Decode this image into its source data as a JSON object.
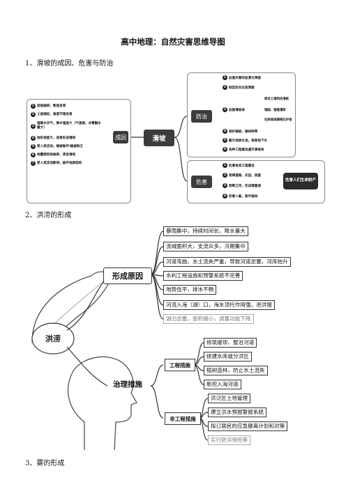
{
  "title": "高中地理：自然灾害思维导图",
  "section1": "1、滑坡的成因、危害与防治",
  "section2": "2、洪涝的形成",
  "section3": "3、雾的形成",
  "map1": {
    "center": "滑坡",
    "causes_label": "成因",
    "causes": [
      {
        "n": "1",
        "text": "岩层破碎，断层发育"
      },
      {
        "n": "2",
        "text": "土层疏松，垂直节理发育"
      },
      {
        "n": "3",
        "text": "强降水天气，降水强度大（气温高，冰雪融水量大）"
      },
      {
        "n": "4",
        "text": "地形坡度大，容易形成滑坡"
      },
      {
        "n": "5",
        "text": "受人类活动，植被破坏/植被缺乏"
      },
      {
        "n": "6",
        "text": "地震使岩体破碎，诱发滑坡"
      },
      {
        "n": "7",
        "text": "受人类活动影响，破坏地表结构"
      }
    ],
    "prevent_label": "防治",
    "prevent": [
      {
        "n": "1",
        "text": "加强灾害的监测与预报"
      },
      {
        "n": "2",
        "text": "制定防灾应急预案"
      },
      {
        "n": "3",
        "text": "加固滑坡体"
      },
      {
        "n": "4",
        "text": "保护植被，植树种草"
      },
      {
        "n": "5",
        "text": "截引地表水流，排除地下水"
      },
      {
        "n": "6",
        "text": "各种工程建设避开滑坡体"
      }
    ],
    "reinforce": [
      "修坑土墙和抗滑桩",
      "锚固、锚链灌浆",
      "在斜坡坡脚砌石护坡"
    ],
    "harm_label": "危害",
    "harm": [
      {
        "n": "1",
        "text": "危害各类工程建设"
      },
      {
        "n": "2",
        "text": "阻碍道路、农田、房屋"
      },
      {
        "n": "3",
        "text": "阻断江河，形成堰塞湖"
      },
      {
        "n": "4",
        "text": "伤害人畜，毁坏森林"
      }
    ],
    "harm_result": "危害人们生命财产"
  },
  "map2": {
    "center": "洪涝",
    "cause_label": "形成原因",
    "causes": [
      "暴雨集中，持续时间长，降水量大",
      "流域面积大，支流众多，汛期集中",
      "河道弯曲、水土流失严重，导致河道淤塞，河床抬升",
      "水利工程设施和预警系统不完善",
      "地势低平，排水不畅",
      "河流入海（湖）口，海水顶托作用强，泄洪慢",
      "湖泊淤塞，面积缩小，调蓄功能下降"
    ],
    "treat_label": "治理措施",
    "eng_label": "工程措施",
    "eng": [
      "修筑堤坝、整治河道",
      "修建水库或分洪区",
      "植树造林，防止水土流失",
      "新挖入海河道"
    ],
    "noneng_label": "非工程措施",
    "noneng": [
      "洪泛区土地管理",
      "建立洪水预报警报系统",
      "拟订居民的应急撤离计划和对策",
      "实行防洪保险等"
    ]
  }
}
